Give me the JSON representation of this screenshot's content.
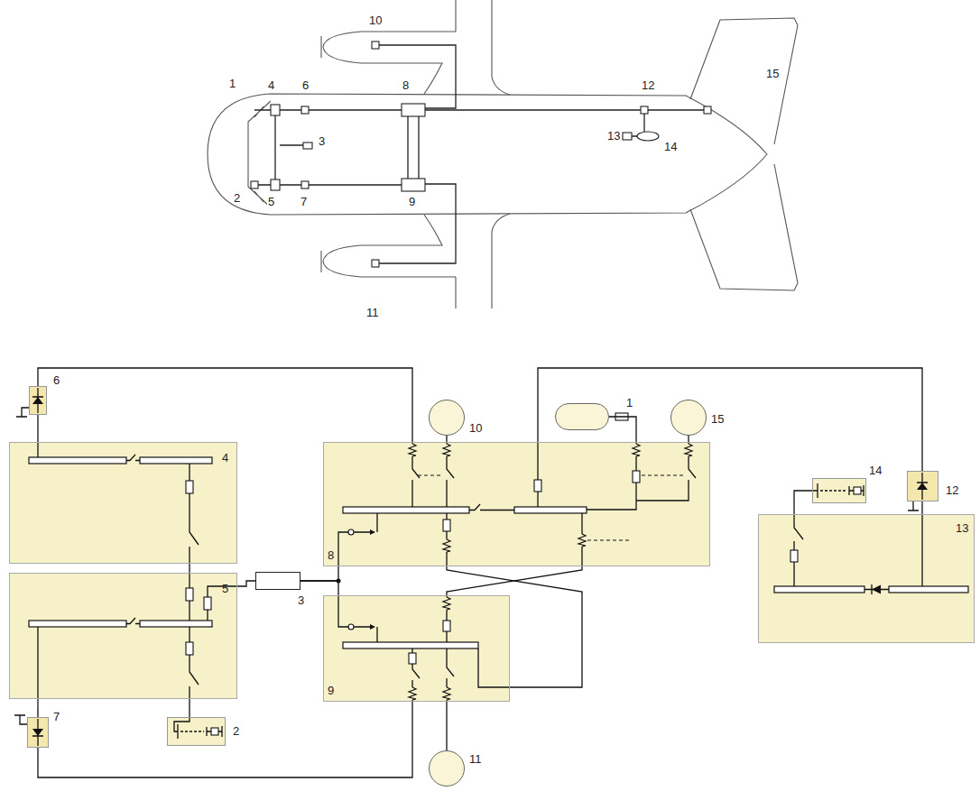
{
  "diagram": {
    "nodes": [
      {
        "text": [
          "6"
        ]
      },
      {
        "text": [
          "4"
        ]
      },
      {
        "text": [
          "5"
        ]
      },
      {
        "text": [
          "7"
        ]
      },
      {
        "text": [
          "2"
        ]
      },
      {
        "text": [
          "3"
        ]
      },
      {
        "text": [
          "10"
        ]
      },
      {
        "text": [
          "1"
        ]
      },
      {
        "text": [
          "15"
        ]
      },
      {
        "text": [
          "8"
        ]
      },
      {
        "text": [
          "9"
        ]
      },
      {
        "text": [
          "11"
        ]
      },
      {
        "text": [
          "14"
        ]
      },
      {
        "text": [
          "12"
        ]
      },
      {
        "text": [
          "13"
        ]
      }
    ],
    "edges": [
      {
        "from": 0,
        "to": 1,
        "arrow": "none"
      },
      {
        "from": 0,
        "to": 9,
        "arrow": "none"
      },
      {
        "from": 3,
        "to": 2,
        "arrow": "none"
      },
      {
        "from": 3,
        "to": 10,
        "arrow": "none"
      },
      {
        "from": 4,
        "to": 2,
        "arrow": "none"
      },
      {
        "from": 1,
        "to": 2,
        "arrow": "none"
      },
      {
        "from": 2,
        "to": 5,
        "arrow": "none"
      },
      {
        "from": 5,
        "to": 9,
        "arrow": "none"
      },
      {
        "from": 5,
        "to": 10,
        "arrow": "none"
      },
      {
        "from": 6,
        "to": 9,
        "arrow": "none"
      },
      {
        "from": 7,
        "to": 9,
        "arrow": "none"
      },
      {
        "from": 8,
        "to": 9,
        "arrow": "none"
      },
      {
        "from": 11,
        "to": 10,
        "arrow": "none"
      },
      {
        "from": 9,
        "to": 10,
        "arrow": "none"
      },
      {
        "from": 9,
        "to": 10,
        "arrow": "none"
      },
      {
        "from": 9,
        "to": 13,
        "arrow": "none"
      },
      {
        "from": 13,
        "to": 14,
        "arrow": "none"
      },
      {
        "from": 12,
        "to": 14,
        "arrow": "none"
      }
    ],
    "labels": [
      "1",
      "4",
      "6",
      "8",
      "10",
      "12",
      "15",
      "3",
      "13",
      "14",
      "2",
      "5",
      "7",
      "9",
      "11"
    ]
  }
}
